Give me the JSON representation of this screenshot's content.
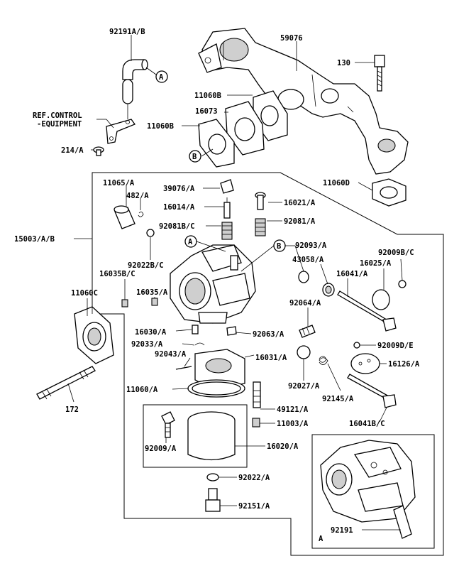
{
  "labels": {
    "p92191AB": "92191A/B",
    "p59076": "59076",
    "p130": "130",
    "p11060B": "11060B",
    "p16073": "16073",
    "p11060B_2": "11060B",
    "refControl1": "REF.CONTROL",
    "refControl2": "-EQUIPMENT",
    "p214A": "214/A",
    "p11060D": "11060D",
    "p11065A": "11065/A",
    "p482A": "482/A",
    "p39076A": "39076/A",
    "p16014A": "16014/A",
    "p16021A": "16021/A",
    "p92081BC": "92081B/C",
    "p92081A": "92081/A",
    "p15003AB": "15003/A/B",
    "p92022BC": "92022B/C",
    "p92093A": "92093/A",
    "p43058A": "43058/A",
    "p92009BC": "92009B/C",
    "p16025A": "16025/A",
    "p16041A": "16041/A",
    "p16035BC": "16035B/C",
    "p16035A": "16035/A",
    "p11060C": "11060C",
    "p92064A": "92064/A",
    "p16030A": "16030/A",
    "p92063A": "92063/A",
    "p92033A": "92033/A",
    "p92009DE": "92009D/E",
    "p92043A": "92043/A",
    "p16031A": "16031/A",
    "p16126A": "16126/A",
    "p92027A": "92027/A",
    "p11060A": "11060/A",
    "p92145A": "92145/A",
    "p172": "172",
    "p49121A": "49121/A",
    "p11003A": "11003/A",
    "p16041BC": "16041B/C",
    "p16020A": "16020/A",
    "p92009A": "92009/A",
    "p92022A": "92022/A",
    "p92151A": "92151/A",
    "p92191": "92191",
    "refA": "A",
    "refB": "B",
    "insetA": "A"
  }
}
